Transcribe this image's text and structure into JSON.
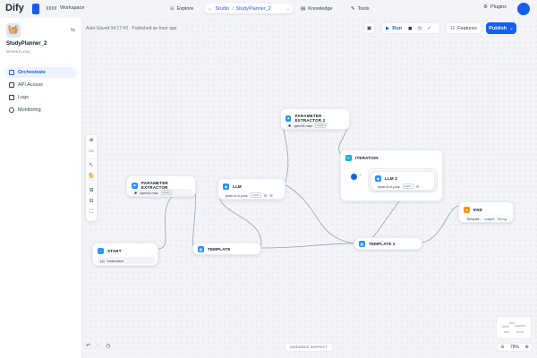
{
  "topbar": {
    "logo": "Dify",
    "workspace_label": "Workspace",
    "explore_label": "Explore",
    "studio_label": "Studio",
    "app_label": "StudyPlanner_2",
    "knowledge_label": "Knowledge",
    "tools_label": "Tools",
    "plugins_label": "Plugins"
  },
  "sidebar": {
    "app_name": "StudyPlanner_2",
    "app_type": "WORKFLOW",
    "items": [
      {
        "label": "Orchestrate",
        "active": true
      },
      {
        "label": "API Access"
      },
      {
        "label": "Logs"
      },
      {
        "label": "Monitoring"
      }
    ]
  },
  "header": {
    "autosave": "Auto-Saved 04:17:43 · Published an hour ago",
    "run_label": "Run",
    "features_label": "Features",
    "publish_label": "Publish"
  },
  "nodes": {
    "param1": {
      "title": "PARAMETER EXTRACTOR",
      "model": "qwen3-max",
      "badge": "CHAT"
    },
    "param2": {
      "title": "PARAMETER EXTRACTOR 2",
      "model": "qwen3-max",
      "badge": "CHAT"
    },
    "llm": {
      "title": "LLM",
      "model": "qwen3-vl-plus",
      "badge": "CHAT"
    },
    "iteration": {
      "title": "ITERATION"
    },
    "llm2": {
      "title": "LLM 2",
      "model": "qwen3-vl-plus",
      "badge": "CHAT"
    },
    "start": {
      "title": "START",
      "var": "instruction"
    },
    "template": {
      "title": "TEMPLATE"
    },
    "template2": {
      "title": "TEMPLATE 2"
    },
    "end": {
      "title": "END",
      "var": "Templat...",
      "var_type": "String",
      "var_key": "output"
    }
  },
  "footer": {
    "variable_inspect": "VARIABLE INSPECT",
    "zoom": "78%"
  },
  "colors": {
    "accent": "#155eef",
    "node_blue": "#2e90fa",
    "end_orange": "#f79009",
    "iteration_cyan": "#06aed4"
  }
}
